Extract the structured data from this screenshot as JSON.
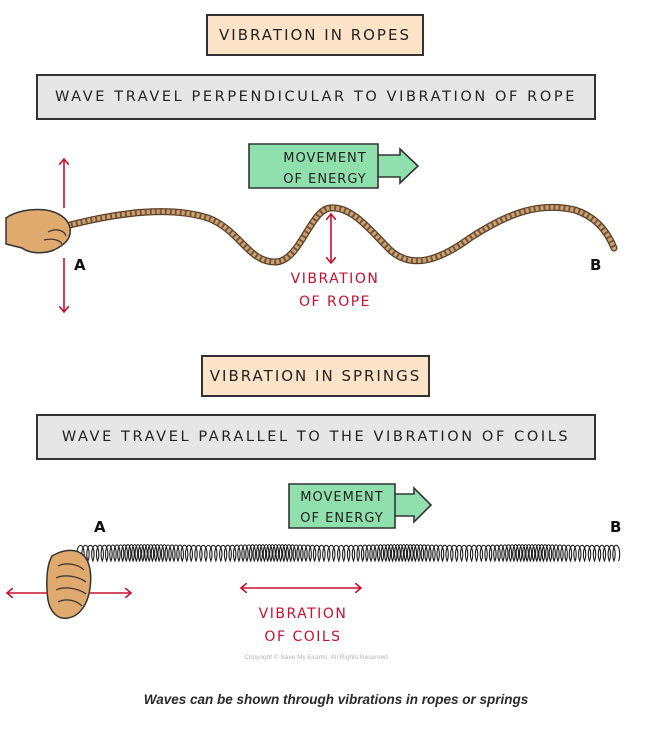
{
  "rope": {
    "title": "VIBRATION IN ROPES",
    "description": "WAVE TRAVEL PERPENDICULAR TO VIBRATION OF ROPE",
    "energy_line1": "MOVEMENT",
    "energy_line2": "OF ENERGY",
    "end_a": "A",
    "end_b": "B",
    "vibration_line1": "VIBRATION",
    "vibration_line2": "OF ROPE"
  },
  "spring": {
    "title": "VIBRATION IN SPRINGS",
    "description": "WAVE TRAVEL PARALLEL TO THE VIBRATION OF COILS",
    "energy_line1": "MOVEMENT",
    "energy_line2": "OF ENERGY",
    "end_a": "A",
    "end_b": "B",
    "vibration_line1": "VIBRATION",
    "vibration_line2": "OF COILS"
  },
  "copyright": "Copyright © Save My Exams. All Rights Reserved",
  "caption": "Waves can be shown through vibrations in ropes or springs",
  "colors": {
    "title_fill": "#fde3c8",
    "description_fill": "#e6e6e6",
    "energy_fill": "#8fe0ac",
    "vibration_red": "#c8102e",
    "rope": "#b08a60",
    "hand": "#e0a96d"
  }
}
